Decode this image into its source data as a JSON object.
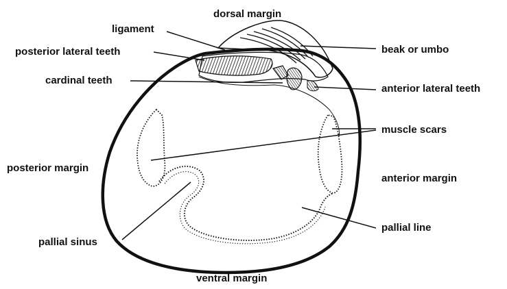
{
  "diagram": {
    "labels": {
      "dorsal_margin": "dorsal margin",
      "ligament": "ligament",
      "posterior_lateral_teeth": "posterior lateral teeth",
      "cardinal_teeth": "cardinal teeth",
      "beak_or_umbo": "beak or umbo",
      "anterior_lateral_teeth": "anterior lateral teeth",
      "muscle_scars": "muscle scars",
      "posterior_margin": "posterior margin",
      "anterior_margin": "anterior margin",
      "pallial_line": "pallial line",
      "pallial_sinus": "pallial sinus",
      "ventral_margin": "ventral margin"
    },
    "colors": {
      "ink": "#111111",
      "background": "#ffffff"
    }
  }
}
